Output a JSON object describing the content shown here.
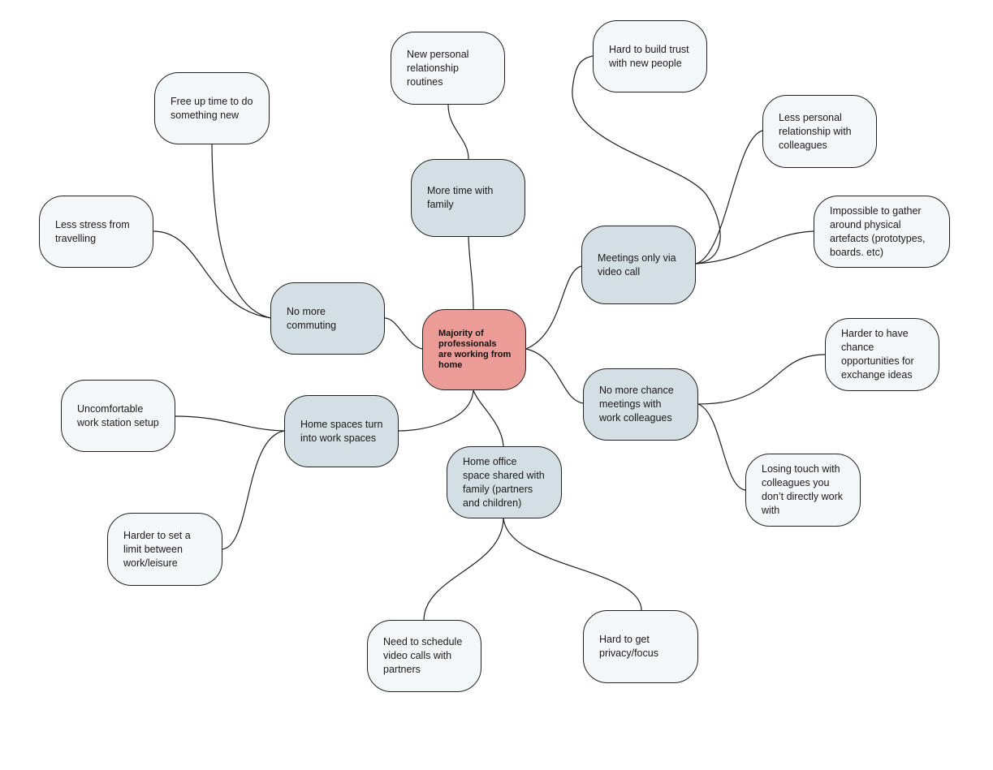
{
  "colors": {
    "center_fill": "#eb9c97",
    "branch_fill": "#d3dfe3",
    "leaf_fill": "#f4f7f8",
    "stroke": "#1f1f1f"
  },
  "center": {
    "text": "Majority of professionals are working from home"
  },
  "branches": {
    "commuting": "No more commuting",
    "family_time": "More time with family",
    "video_calls": "Meetings only via video call",
    "chance_meetings": "No more chance meetings with work colleagues",
    "shared_office": "Home office space shared with family (partners and children)",
    "home_spaces": "Home spaces turn into work spaces"
  },
  "leaves": {
    "free_time": "Free up time to do something new",
    "less_stress": "Less stress from travelling",
    "relationship_routines": "New personal relationship routines",
    "trust": "Hard to build trust with new people",
    "less_personal": "Less personal relationship with colleagues",
    "artefacts": "Impossible to gather around physical artefacts (prototypes, boards. etc)",
    "exchange_ideas": "Harder to have chance opportunities for exchange ideas",
    "losing_touch": "Losing touch with colleagues you don’t directly work with",
    "schedule_calls": "Need to schedule video calls with partners",
    "privacy": "Hard to get privacy/focus",
    "workstation": "Uncomfortable work station setup",
    "limit": "Harder to set a limit between work/leisure"
  }
}
